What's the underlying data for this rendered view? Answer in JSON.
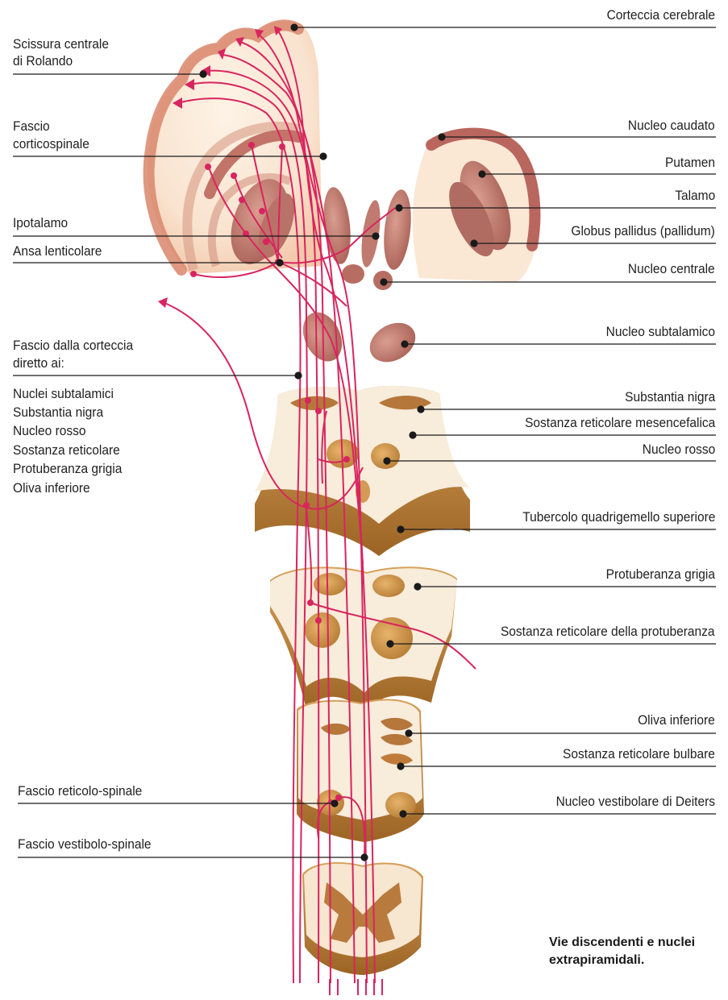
{
  "colors": {
    "tract": "#d8255f",
    "cortex_outer": "#d98f74",
    "cortex_glow": "#f9dcc6",
    "nucleus_fill": "#c98677",
    "brainstem_tan": "#c68a3c",
    "brainstem_face": "#f7ebd9",
    "leader_line": "#1a1a1a"
  },
  "labels_right": {
    "corteccia": "Corteccia cerebrale",
    "caudato": "Nucleo caudato",
    "putamen": "Putamen",
    "talamo": "Talamo",
    "globus": "Globus pallidus (pallidum)",
    "centrale": "Nucleo centrale",
    "subtalamico": "Nucleo subtalamico",
    "nigra": "Substantia nigra",
    "reticolare_mes": "Sostanza reticolare mesencefalica",
    "rosso": "Nucleo rosso",
    "tubercolo": "Tubercolo quadrigemello superiore",
    "protuberanza": "Protuberanza grigia",
    "reticolare_prot": "Sostanza reticolare della protuberanza",
    "oliva": "Oliva inferiore",
    "reticolare_bulb": "Sostanza reticolare bulbare",
    "deiters": "Nucleo vestibolare di Deiters"
  },
  "labels_left": {
    "rolando_1": "Scissura centrale",
    "rolando_2": "di Rolando",
    "fascio_cs_1": "Fascio",
    "fascio_cs_2": "corticospinale",
    "ipotalamo": "Ipotalamo",
    "ansa": "Ansa lenticolare",
    "fascio_corteccia_1": "Fascio dalla corteccia",
    "fascio_corteccia_2": "diretto ai:",
    "targets": [
      "Nuclei subtalamici",
      "Substantia nigra",
      "Nucleo rosso",
      "Sostanza reticolare",
      "Protuberanza grigia",
      "Oliva inferiore"
    ],
    "reticolo_spinale": "Fascio reticolo-spinale",
    "vestibolo_spinale": "Fascio vestibolo-spinale"
  },
  "caption": {
    "line1": "Vie discendenti e nuclei",
    "line2": "extrapiramidali."
  }
}
